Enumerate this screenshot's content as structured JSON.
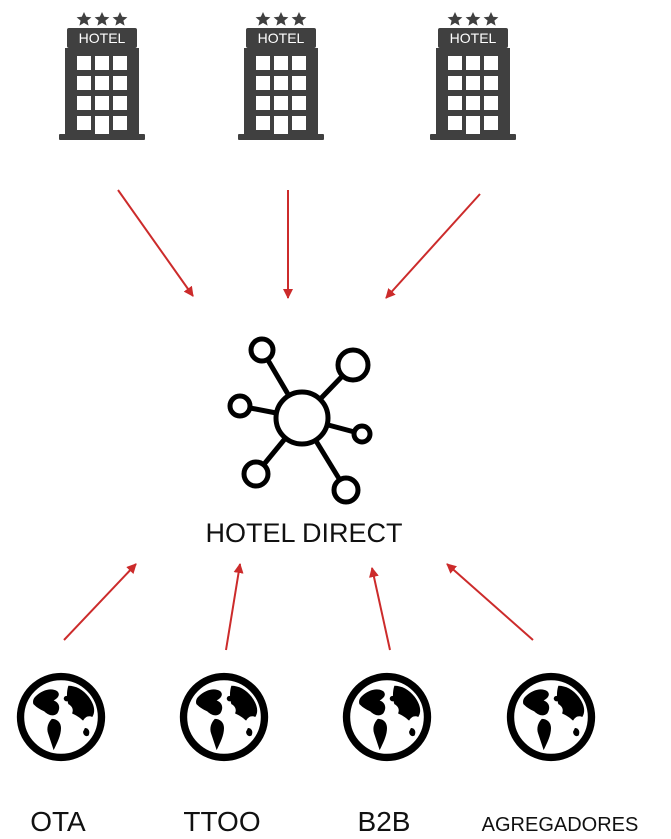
{
  "hub": {
    "label": "HOTEL DIRECT",
    "icon": "network-hub-icon"
  },
  "hotels": [
    {
      "sign": "HOTEL",
      "stars": 3,
      "icon": "hotel-building-icon"
    },
    {
      "sign": "HOTEL",
      "stars": 3,
      "icon": "hotel-building-icon"
    },
    {
      "sign": "HOTEL",
      "stars": 3,
      "icon": "hotel-building-icon"
    }
  ],
  "channels": [
    {
      "label": "OTA",
      "icon": "globe-icon"
    },
    {
      "label": "TTOO",
      "icon": "globe-icon"
    },
    {
      "label": "B2B",
      "icon": "globe-icon"
    },
    {
      "label": "AGREGADORES",
      "icon": "globe-icon"
    }
  ],
  "colors": {
    "arrow": "#cc2b2b",
    "icon_dark": "#404040",
    "text": "#111111"
  }
}
